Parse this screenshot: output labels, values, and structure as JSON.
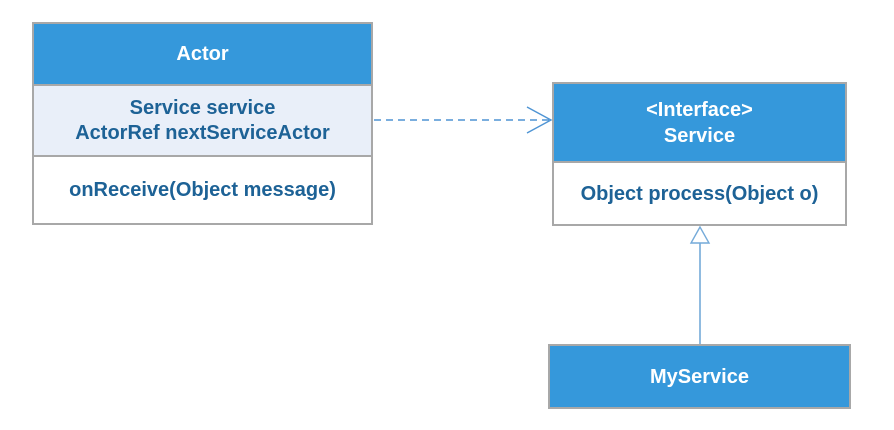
{
  "diagram": {
    "title": "Actor / Service UML class diagram",
    "colors": {
      "header_fill": "#3598db",
      "header_text": "#ffffff",
      "attribute_fill": "#e9eff9",
      "body_fill": "#ffffff",
      "border": "#a8a8a8",
      "body_text": "#1d6296",
      "dependency_line": "#4e94d4",
      "realization_line": "#74aad9"
    },
    "classes": {
      "actor": {
        "name": "Actor",
        "attributes": [
          "Service service",
          "ActorRef nextServiceActor"
        ],
        "methods": [
          "onReceive(Object message)"
        ]
      },
      "service": {
        "stereotype": "<Interface>",
        "name": "Service",
        "methods": [
          "Object process(Object o)"
        ]
      },
      "myservice": {
        "name": "MyService"
      }
    },
    "relations": [
      {
        "type": "dependency",
        "from": "Actor",
        "to": "Service",
        "style": "dashed-open-arrow"
      },
      {
        "type": "realization",
        "from": "MyService",
        "to": "Service",
        "style": "solid-hollow-triangle"
      }
    ]
  }
}
